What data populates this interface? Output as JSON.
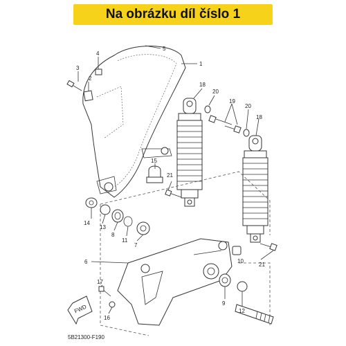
{
  "banner": {
    "text": "Na obrázku díl číslo 1"
  },
  "diagram_code": "5B21300-F190",
  "fwd_label": "FWD",
  "callouts": {
    "c1": "1",
    "c2": "2",
    "c3": "3",
    "c4": "4",
    "c5": "5",
    "c6": "6",
    "c7": "7",
    "c8": "8",
    "c9": "9",
    "c10": "10",
    "c11": "11",
    "c12": "12",
    "c13": "13",
    "c14": "14",
    "c15": "15",
    "c16": "16",
    "c17": "17",
    "c18a": "18",
    "c18b": "18",
    "c19": "19",
    "c20a": "20",
    "c20b": "20",
    "c21a": "21",
    "c21b": "21"
  }
}
